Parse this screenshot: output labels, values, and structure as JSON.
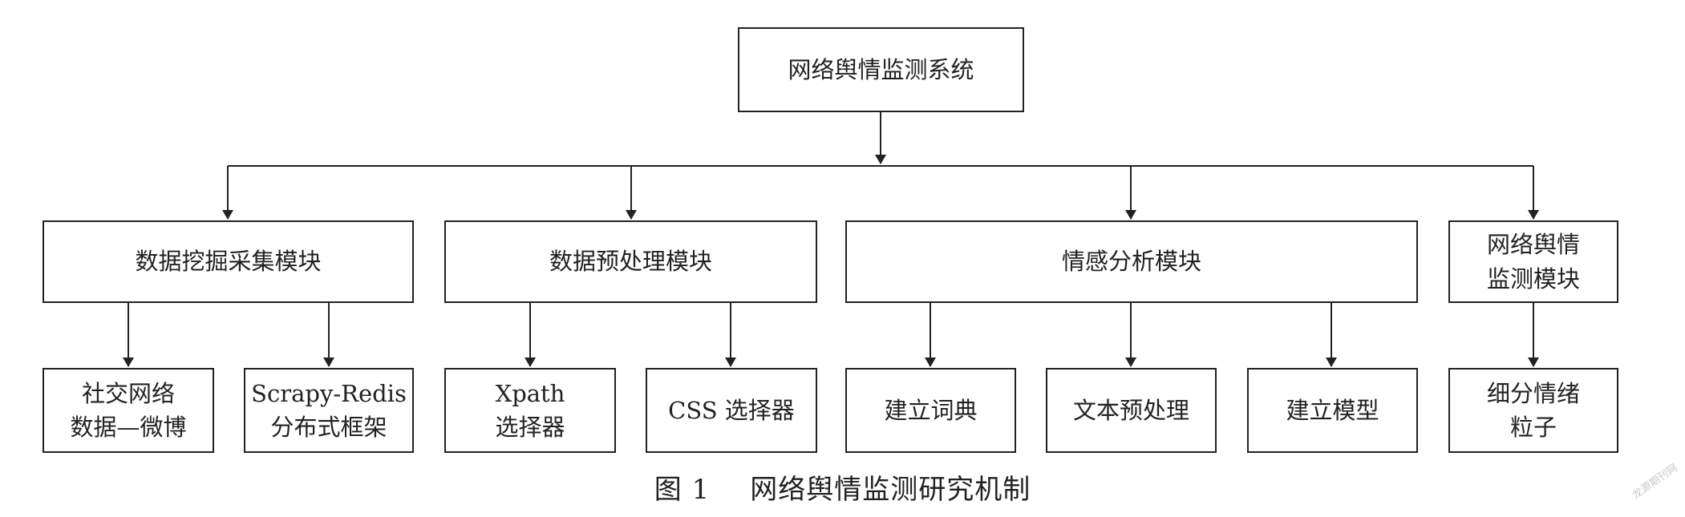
{
  "root": {
    "label": "网络舆情监测系统"
  },
  "modules": [
    {
      "label": "数据挖掘采集模块",
      "children": [
        "社交网络\n数据—微博",
        "Scrapy-Redis\n分布式框架"
      ]
    },
    {
      "label": "数据预处理模块",
      "children": [
        "Xpath\n选择器",
        "CSS 选择器"
      ]
    },
    {
      "label": "情感分析模块",
      "children": [
        "建立词典",
        "文本预处理",
        "建立模型"
      ]
    },
    {
      "label": "网络舆情\n监测模块",
      "children": [
        "细分情绪\n粒子"
      ]
    }
  ],
  "caption": {
    "number": "图 1",
    "title": "网络舆情监测研究机制"
  },
  "watermark": "龙源期刊网"
}
